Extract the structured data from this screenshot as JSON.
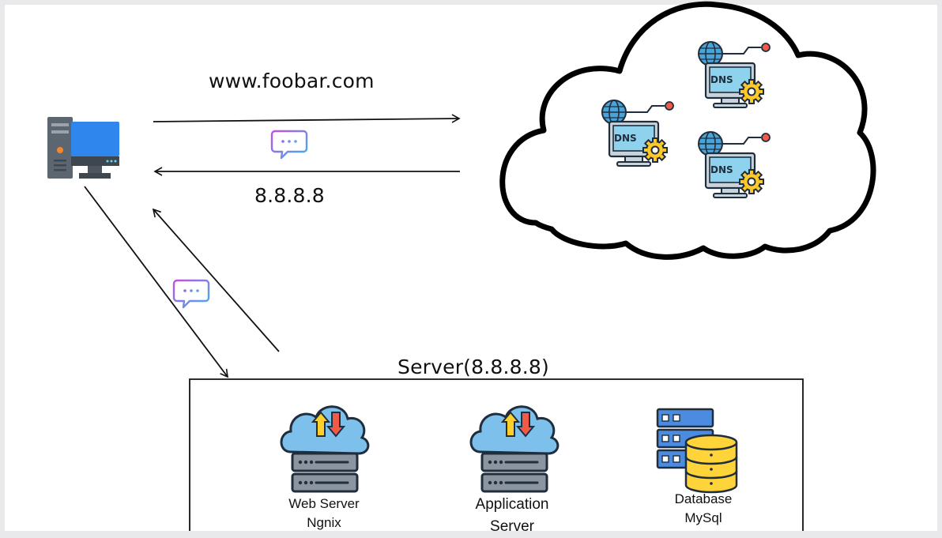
{
  "labels": {
    "domain_request": "www.foobar.com",
    "dns_response": "8.8.8.8",
    "server_title": "Server(8.8.8.8)"
  },
  "server_components": [
    {
      "line1": "Web Server",
      "line2": "Ngnix",
      "icon": "cloud-server-icon"
    },
    {
      "line1": "Application",
      "line2": "Server",
      "icon": "cloud-server-icon"
    },
    {
      "line1": "Database",
      "line2": "MySql",
      "icon": "database-icon"
    }
  ],
  "dns_nodes": [
    {
      "label": "DNS"
    },
    {
      "label": "DNS"
    },
    {
      "label": "DNS"
    }
  ],
  "icons": {
    "client": "desktop-computer-icon",
    "message": "chat-bubble-icon"
  },
  "colors": {
    "line": "#111111",
    "monitor_blue": "#3a86e8",
    "dns_screen": "#8ed2ee",
    "cloud_fill": "#7dc0ec",
    "server_grey": "#8c959f",
    "db_yellow": "#ffd43b",
    "rack_blue": "#4b8ce0",
    "chat_gradient_start": "#c44ee0",
    "chat_gradient_end": "#3bb3f0"
  }
}
